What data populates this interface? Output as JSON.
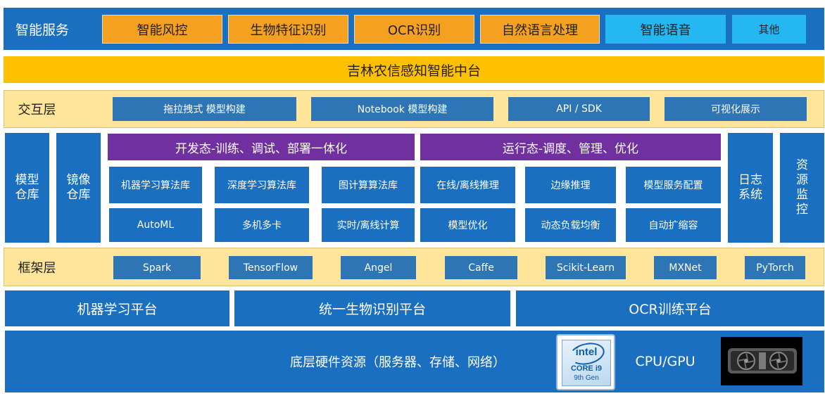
{
  "top": {
    "label": "智能服务",
    "items": [
      "智能风控",
      "生物特征识别",
      "OCR识别",
      "自然语言处理",
      "智能语音",
      "其他"
    ]
  },
  "banner": "吉林农信感知智能中台",
  "interaction": {
    "label": "交互层",
    "items": [
      "拖拉拽式 模型构建",
      "Notebook 模型构建",
      "API / SDK",
      "可视化展示"
    ]
  },
  "middle": {
    "model_repo": "模型\n仓库",
    "image_repo": "镜像\n仓库",
    "dev_title": "开发态-训练、调试、部署一体化",
    "run_title": "运行态-调度、管理、优化",
    "dev_cells": [
      "机器学习算法库",
      "深度学习算法库",
      "图计算算法库",
      "AutoML",
      "多机多卡",
      "实时/离线计算"
    ],
    "run_cells": [
      "在线/离线推理",
      "边缘推理",
      "模型服务配置",
      "模型优化",
      "动态负载均衡",
      "自动扩缩容"
    ],
    "log_system": "日志\n系统",
    "resource_monitor": "资\n源\n监\n控"
  },
  "framework": {
    "label": "框架层",
    "items": [
      "Spark",
      "TensorFlow",
      "Angel",
      "Caffe",
      "Scikit-Learn",
      "MXNet",
      "PyTorch"
    ]
  },
  "platforms": [
    "机器学习平台",
    "统一生物识别平台",
    "OCR训练平台"
  ],
  "hardware": {
    "label": "底层硬件资源（服务器、存储、网络）",
    "cpu_gpu": "CPU/GPU",
    "intel_badge": {
      "brand": "intel",
      "model": "CORE i9",
      "gen": "9th Gen"
    }
  },
  "colors": {
    "blue": "#1a6fc0",
    "orange": "#f4a020",
    "cyan": "#25b7f2",
    "yellow": "#ffc000",
    "purple": "#7030a0",
    "cream": "#ffe59a"
  }
}
